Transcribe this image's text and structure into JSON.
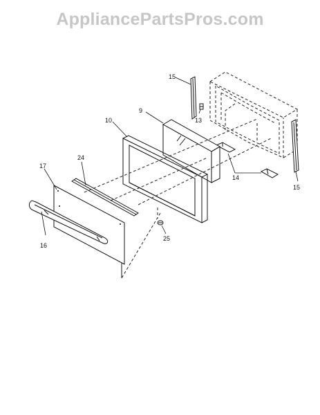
{
  "watermark": "AppliancePartsPros.com",
  "callouts": {
    "c9": "9",
    "c10": "10",
    "c13": "13",
    "c14": "14",
    "c15_top": "15",
    "c15_bottom": "15",
    "c16": "16",
    "c17": "17",
    "c24": "24",
    "c25": "25"
  }
}
